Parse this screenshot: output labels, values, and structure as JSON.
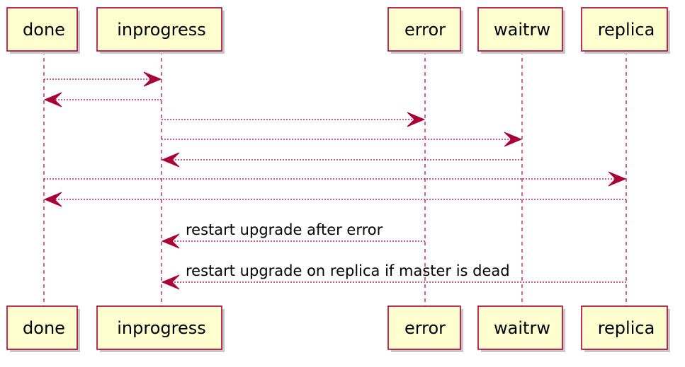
{
  "participants": [
    "done",
    "inprogress",
    "error",
    "waitrw",
    "replica"
  ],
  "messages": [
    {
      "from": "done",
      "to": "inprogress",
      "label": ""
    },
    {
      "from": "inprogress",
      "to": "done",
      "label": ""
    },
    {
      "from": "inprogress",
      "to": "error",
      "label": ""
    },
    {
      "from": "inprogress",
      "to": "waitrw",
      "label": ""
    },
    {
      "from": "waitrw",
      "to": "inprogress",
      "label": ""
    },
    {
      "from": "done",
      "to": "replica",
      "label": ""
    },
    {
      "from": "replica",
      "to": "done",
      "label": ""
    },
    {
      "from": "error",
      "to": "inprogress",
      "label": "restart upgrade after error"
    },
    {
      "from": "replica",
      "to": "inprogress",
      "label": "restart upgrade on replica if master is dead"
    }
  ],
  "colors": {
    "line": "#a80036",
    "box_fill": "#fefece"
  }
}
